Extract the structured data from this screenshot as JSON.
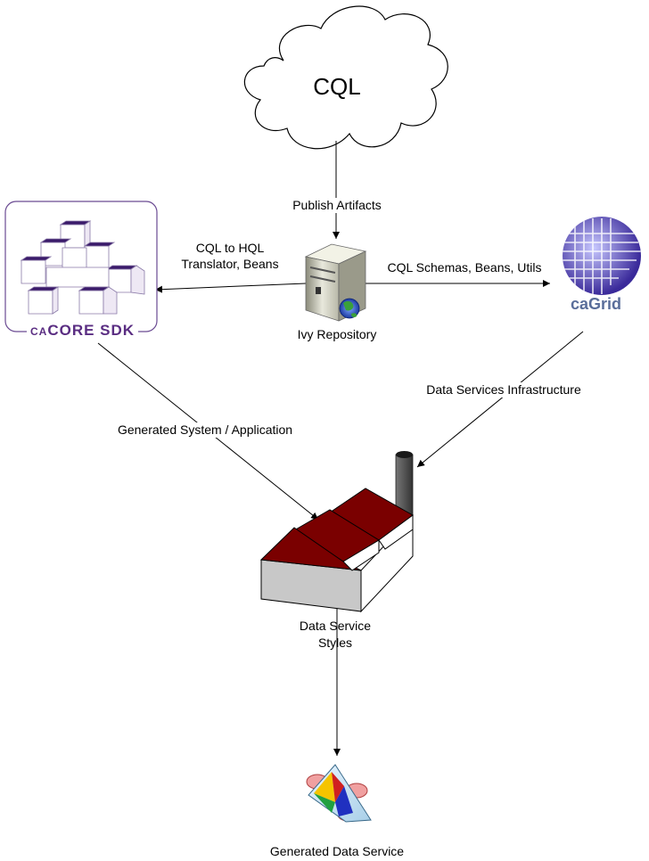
{
  "nodes": {
    "cql": {
      "label": "CQL"
    },
    "ivy": {
      "label": "Ivy Repository"
    },
    "sdk": {
      "prefix": "CA",
      "label": "CORE SDK"
    },
    "cagrid": {
      "label": "caGrid"
    },
    "factory": {
      "line1": "Data Service",
      "line2": "Styles"
    },
    "service": {
      "label": "Generated Data Service"
    }
  },
  "edges": {
    "publish": "Publish Artifacts",
    "translator_1": "CQL to HQL",
    "translator_2": "Translator, Beans",
    "schemas": "CQL Schemas, Beans, Utils",
    "infrastructure": "Data Services Infrastructure",
    "generated": "Generated System / Application"
  },
  "colors": {
    "roof": "#7a0000",
    "chimney": "#555555",
    "sdk_purple": "#5a2d82",
    "cagrid_blue": "#4a3aa0"
  }
}
